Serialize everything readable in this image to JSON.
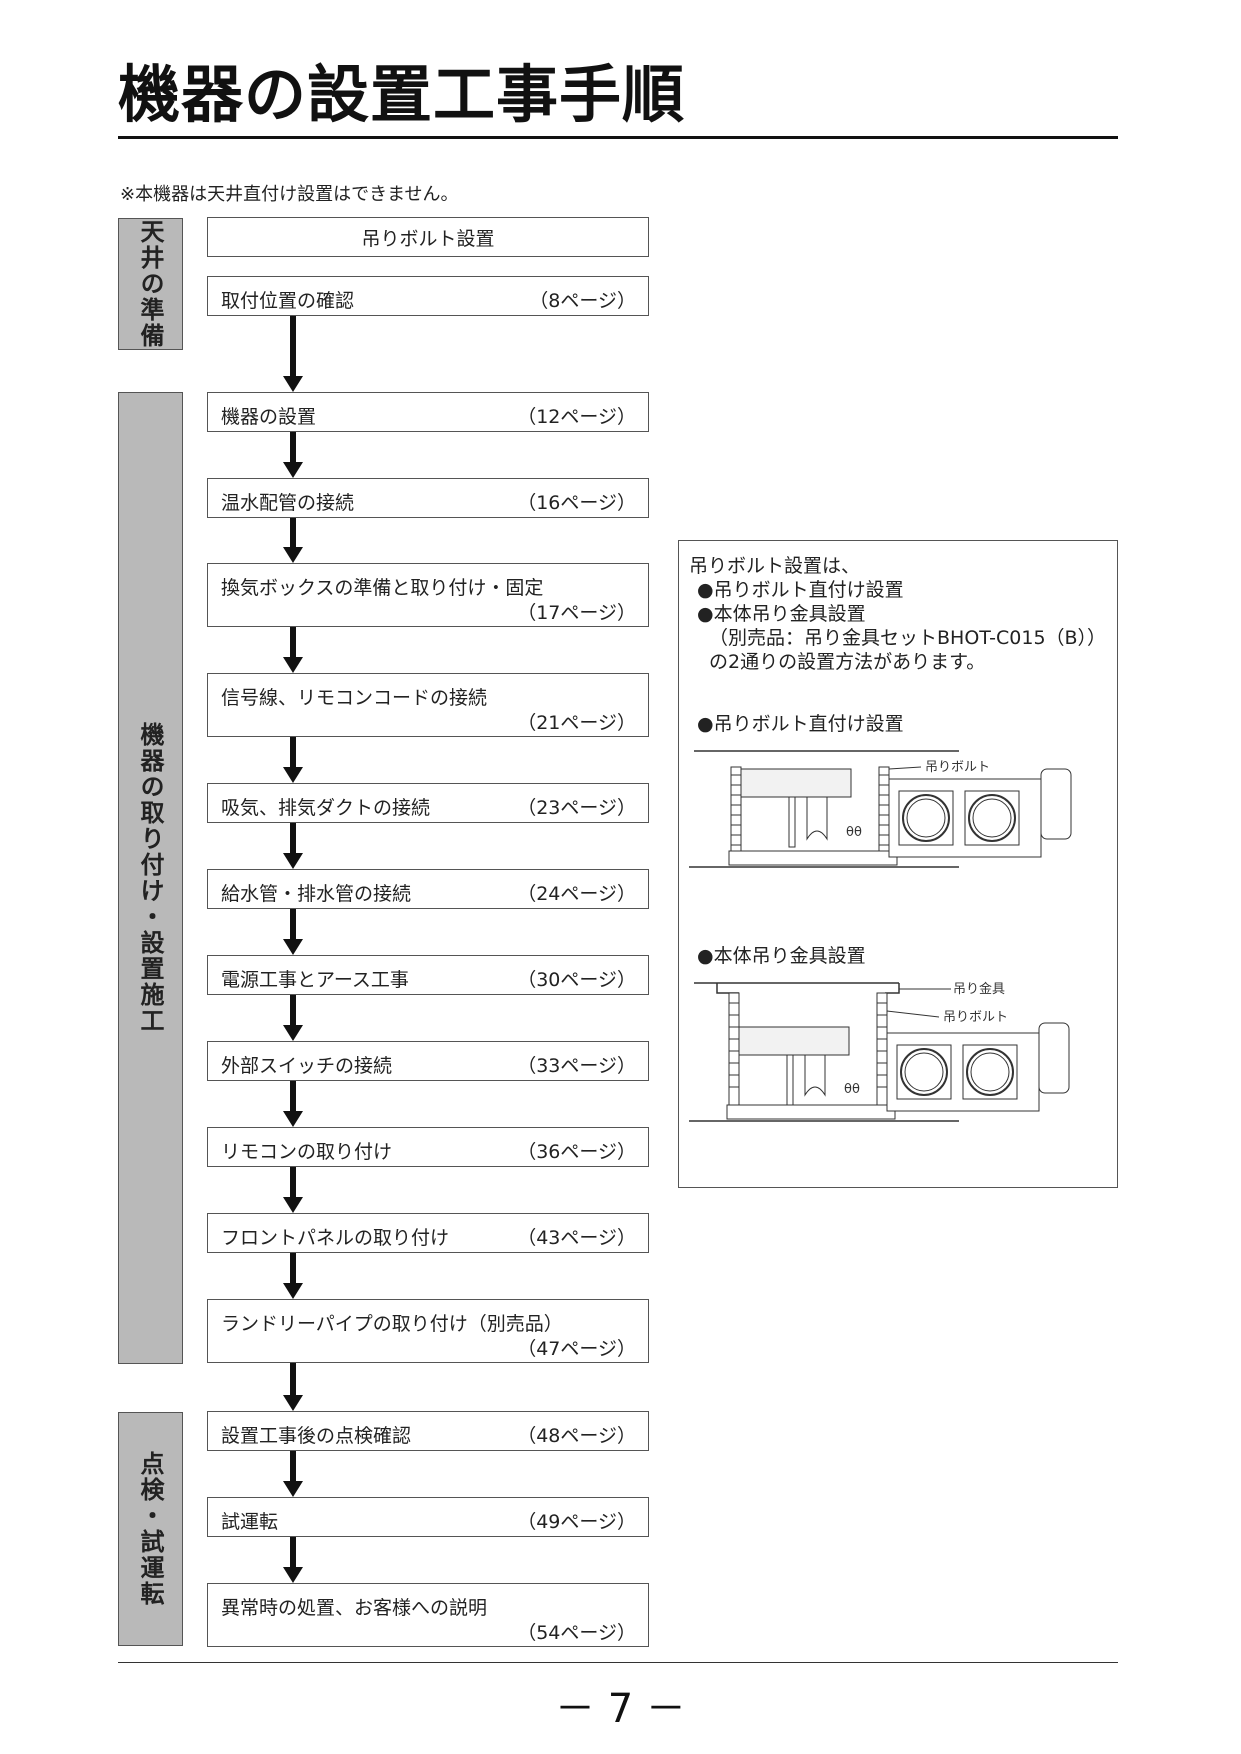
{
  "page": {
    "title": "機器の設置工事手順",
    "note": "※本機器は天井直付け設置はできません。",
    "page_number": "－ 7 －"
  },
  "sections": {
    "prep": "天井の準備",
    "install": "機器の取り付け・設置施工",
    "check": "点検・試運転"
  },
  "steps": {
    "header": "吊りボルト設置",
    "s1": {
      "label": "取付位置の確認",
      "page": "（8ページ）"
    },
    "s2": {
      "label": "機器の設置",
      "page": "（12ページ）"
    },
    "s3": {
      "label": "温水配管の接続",
      "page": "（16ページ）"
    },
    "s4": {
      "label": "換気ボックスの準備と取り付け・固定",
      "page": "（17ページ）"
    },
    "s5": {
      "label": "信号線、リモコンコードの接続",
      "page": "（21ページ）"
    },
    "s6": {
      "label": "吸気、排気ダクトの接続",
      "page": "（23ページ）"
    },
    "s7": {
      "label": "給水管・排水管の接続",
      "page": "（24ページ）"
    },
    "s8": {
      "label": "電源工事とアース工事",
      "page": "（30ページ）"
    },
    "s9": {
      "label": "外部スイッチの接続",
      "page": "（33ページ）"
    },
    "s10": {
      "label": "リモコンの取り付け",
      "page": "（36ページ）"
    },
    "s11": {
      "label": "フロントパネルの取り付け",
      "page": "（43ページ）"
    },
    "s12": {
      "label": "ランドリーパイプの取り付け（別売品）",
      "page": "（47ページ）"
    },
    "s13": {
      "label": "設置工事後の点検確認",
      "page": "（48ページ）"
    },
    "s14": {
      "label": "試運転",
      "page": "（49ページ）"
    },
    "s15": {
      "label": "異常時の処置、お客様への説明",
      "page": "（54ページ）"
    }
  },
  "info": {
    "line1": "吊りボルト設置は、",
    "line2": "●吊りボルト直付け設置",
    "line3": "●本体吊り金具設置",
    "line4": "（別売品：吊り金具セットBHOT-C015（B））",
    "line5": "の2通りの設置方法があります。",
    "diagram1_title": "●吊りボルト直付け設置",
    "diagram1_label": "吊りボルト",
    "diagram2_title": "●本体吊り金具設置",
    "diagram2_label1": "吊り金具",
    "diagram2_label2": "吊りボルト"
  }
}
